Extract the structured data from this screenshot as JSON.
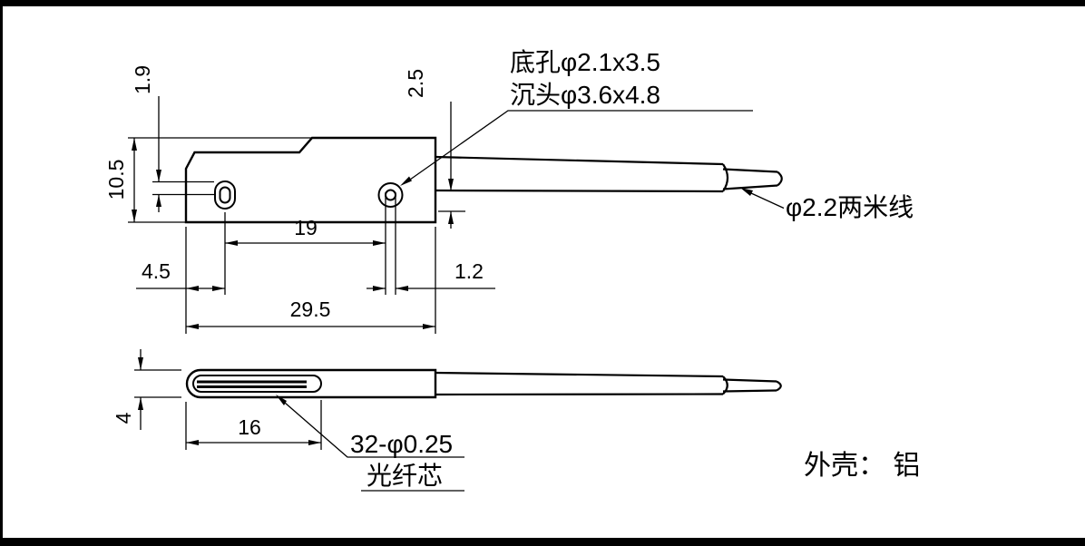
{
  "colors": {
    "background": "#ffffff",
    "line": "#000000"
  },
  "top_view": {
    "dims": {
      "step": "1.9",
      "height": "10.5",
      "cable_offset": "2.5",
      "hole_pitch": "19",
      "edge_to_hole": "4.5",
      "hole_width": "1.2",
      "length": "29.5"
    },
    "notes": {
      "hole_line1": "底孔φ2.1x3.5",
      "hole_line2": "沉头φ3.6x4.8",
      "cable": "φ2.2两米线"
    }
  },
  "bottom_view": {
    "dims": {
      "thickness": "4",
      "fiber_zone_length": "16"
    },
    "notes": {
      "fiber_line1": "32-φ0.25",
      "fiber_line2": "光纤芯",
      "housing": "外壳： 铝"
    }
  }
}
